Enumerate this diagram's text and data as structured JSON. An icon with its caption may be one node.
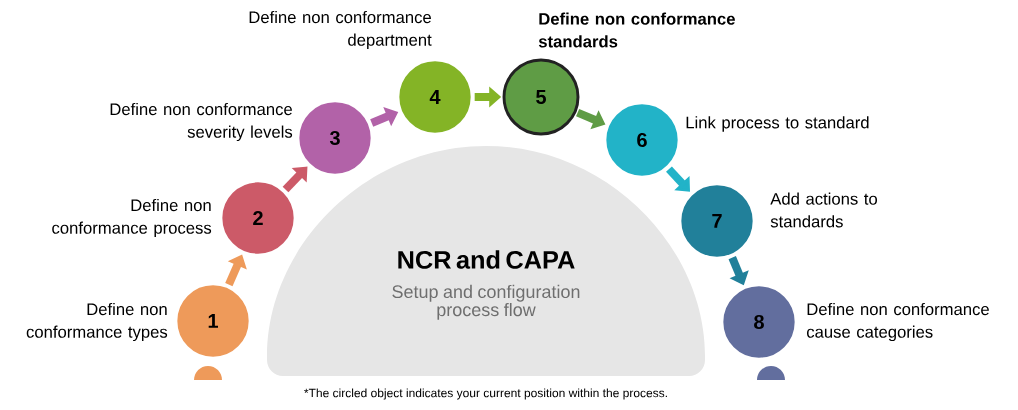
{
  "diagram": {
    "caption": "*The circled object indicates your current position within the process.",
    "nodes": [
      {
        "text": [
          "1"
        ],
        "beside": [
          "Define non conformance types"
        ]
      },
      {
        "text": [
          "2"
        ],
        "beside": [
          "Define non conformance process"
        ]
      },
      {
        "text": [
          "3"
        ],
        "beside": [
          "Define non conformance severity levels"
        ]
      },
      {
        "text": [
          "4"
        ],
        "beside": [
          "Define non conformance department"
        ]
      },
      {
        "text": [
          "5"
        ],
        "beside": [
          "Define non conformance standards"
        ]
      },
      {
        "text": [
          "6"
        ],
        "beside": [
          "Link process to standard"
        ]
      },
      {
        "text": [
          "7"
        ],
        "beside": [
          "Add actions to standards"
        ]
      },
      {
        "text": [
          "8"
        ],
        "beside": [
          "Define non conformance cause categories"
        ]
      },
      {
        "text": [
          "NCR and CAPA",
          "Setup and configuration process flow"
        ]
      }
    ],
    "edges": [
      {
        "from": 0,
        "to": 1,
        "arrow": "to",
        "color": "#ee9a5a"
      },
      {
        "from": 1,
        "to": 2,
        "arrow": "to",
        "color": "#cc5a68"
      },
      {
        "from": 2,
        "to": 3,
        "arrow": "to",
        "color": "#b262a8"
      },
      {
        "from": 3,
        "to": 4,
        "arrow": "to",
        "color": "#84b426"
      },
      {
        "from": 4,
        "to": 5,
        "arrow": "to",
        "color": "#5f9c45"
      },
      {
        "from": 5,
        "to": 6,
        "arrow": "to",
        "color": "#22b3c8"
      },
      {
        "from": 6,
        "to": 7,
        "arrow": "to",
        "color": "#21809a"
      }
    ]
  }
}
